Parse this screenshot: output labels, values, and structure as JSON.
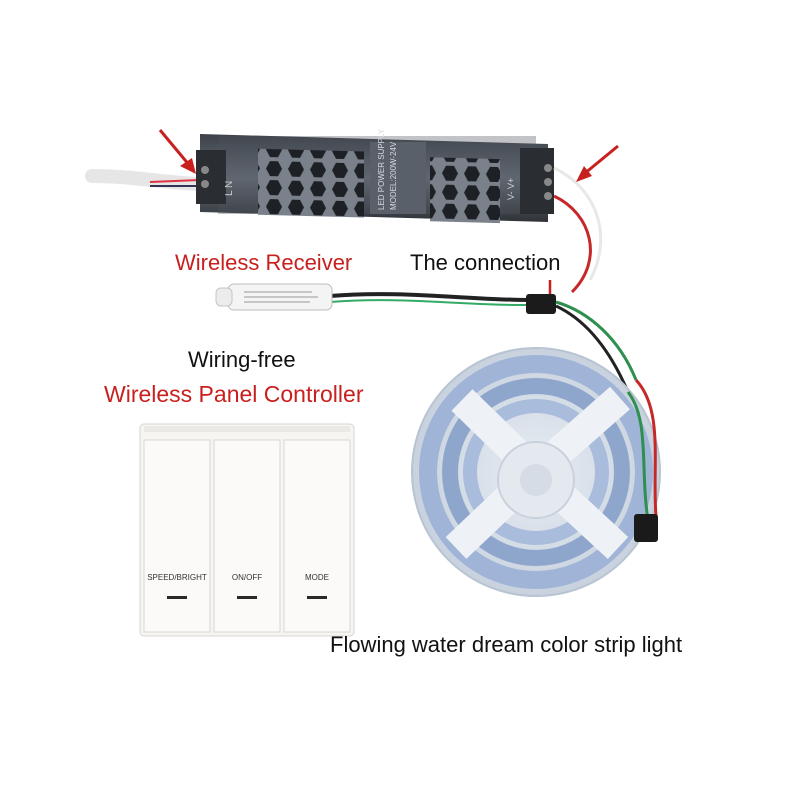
{
  "labels": {
    "wireless_receiver": "Wireless Receiver",
    "the_connection": "The connection",
    "wiring_free": "Wiring-free",
    "wireless_panel_controller": "Wireless Panel Controller",
    "strip_light": "Flowing water dream color strip light"
  },
  "power_supply": {
    "text_lines": [
      "LED POWER SUPPLY",
      "MODEL:200W-24V"
    ],
    "terminal_left": "L  N",
    "terminal_right": "V-  V+"
  },
  "panel_buttons": [
    {
      "label": "SPEED/BRIGHT"
    },
    {
      "label": "ON/OFF"
    },
    {
      "label": "MODE"
    }
  ],
  "colors": {
    "accent_red": "#c8201e",
    "text_black": "#111111",
    "psu_body": "#5f6670",
    "strip_blue": "#9fb4d6"
  }
}
